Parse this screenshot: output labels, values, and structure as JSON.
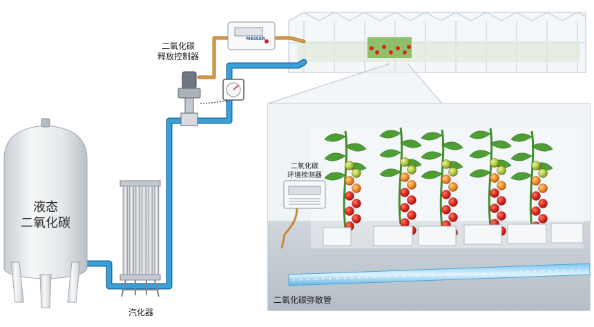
{
  "labels": {
    "tank": [
      "液态",
      "二氧化碳"
    ],
    "vaporizer": "汽化器",
    "controller": [
      "二氧化碳",
      "释放控制器"
    ],
    "monitor": [
      "二氧化碳",
      "环境检测器"
    ],
    "diffuser": "二氧化碳弥散管",
    "brand": "MESSER"
  },
  "colors": {
    "pipe_blue": "#3aa0d8",
    "pipe_orange": "#c8893a",
    "tank": "#e9ecef",
    "tomato_red": "#d8261e",
    "leaf_green": "#3f8f2a",
    "panel_bg": "#e3eaf0"
  }
}
